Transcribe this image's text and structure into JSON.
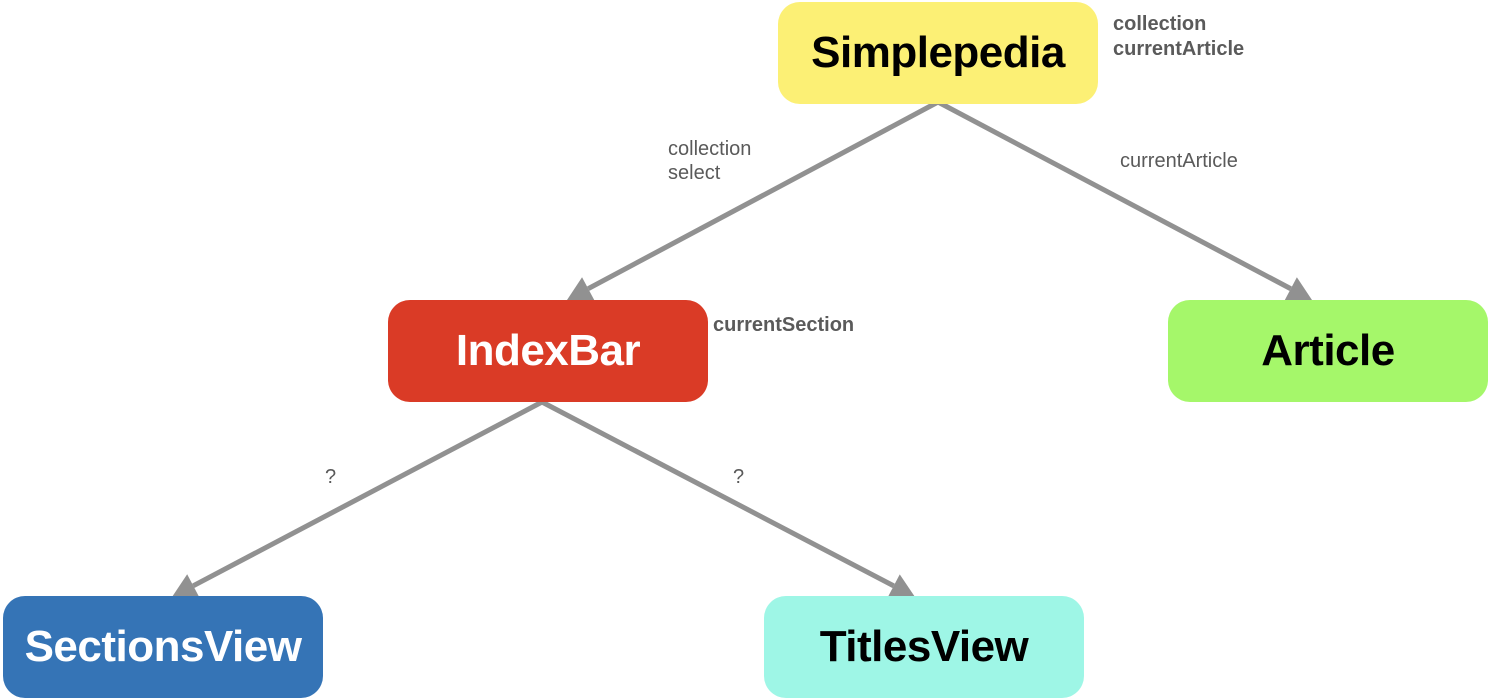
{
  "nodes": {
    "simplepedia": {
      "label": "Simplepedia",
      "color": "#fcf075",
      "text_color": "#000000"
    },
    "indexbar": {
      "label": "IndexBar",
      "color": "#da3b26",
      "text_color": "#ffffff"
    },
    "article": {
      "label": "Article",
      "color": "#a5f76a",
      "text_color": "#000000"
    },
    "sectionsview": {
      "label": "SectionsView",
      "color": "#3574b6",
      "text_color": "#ffffff"
    },
    "titlesview": {
      "label": "TitlesView",
      "color": "#9ef6e6",
      "text_color": "#000000"
    }
  },
  "state": {
    "simplepedia": [
      "collection",
      "currentArticle"
    ],
    "indexbar": [
      "currentSection"
    ]
  },
  "edges": [
    {
      "from": "simplepedia",
      "to": "indexbar",
      "labels": [
        "collection",
        "select"
      ]
    },
    {
      "from": "simplepedia",
      "to": "article",
      "labels": [
        "currentArticle"
      ]
    },
    {
      "from": "indexbar",
      "to": "sectionsview",
      "labels": [
        "?"
      ]
    },
    {
      "from": "indexbar",
      "to": "titlesview",
      "labels": [
        "?"
      ]
    }
  ],
  "colors": {
    "edge": "#919191",
    "label_text": "#5a5a5a"
  }
}
